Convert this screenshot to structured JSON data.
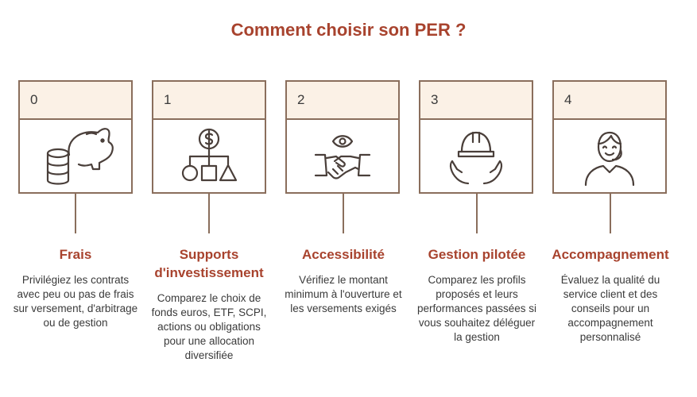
{
  "title": "Comment choisir son PER ?",
  "steps": [
    {
      "number": "0",
      "icon": "piggy-bank-icon",
      "label": "Frais",
      "description": "Privilégiez les contrats avec peu ou pas de frais sur versement, d'arbitrage ou de gestion"
    },
    {
      "number": "1",
      "icon": "investment-supports-icon",
      "label": "Supports d'investissement",
      "description": "Comparez le choix de fonds euros, ETF, SCPI, actions ou obligations pour une allocation diversifiée"
    },
    {
      "number": "2",
      "icon": "handshake-icon",
      "label": "Accessibilité",
      "description": "Vérifiez le montant minimum à l'ouverture et les versements exigés"
    },
    {
      "number": "3",
      "icon": "helmet-hands-icon",
      "label": "Gestion pilotée",
      "description": "Comparez les profils proposés et leurs performances passées si vous souhaitez déléguer la gestion"
    },
    {
      "number": "4",
      "icon": "support-agent-icon",
      "label": "Accompagnement",
      "description": "Évaluez la qualité du service client et des conseils pour un accompagnement personnalisé"
    }
  ],
  "colors": {
    "accent": "#a8432e",
    "border": "#8a6e5c",
    "header_bg": "#fbf1e6",
    "text": "#3a3a3a"
  }
}
